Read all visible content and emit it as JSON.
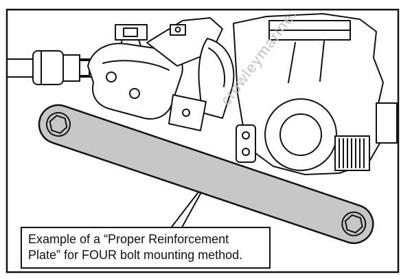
{
  "figure": {
    "watermark": "crowleymarine.",
    "callout": {
      "line1": "Example of a “Proper Reinforcement",
      "line2": "Plate” for FOUR bolt mounting method."
    },
    "colors": {
      "background": "#ffffff",
      "line": "#111111",
      "plate_fill": "#c7c7c7",
      "watermark": "#c2c2c2"
    }
  }
}
